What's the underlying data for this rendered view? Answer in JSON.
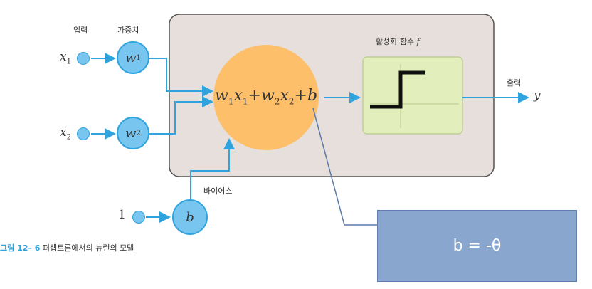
{
  "labels": {
    "input": "입력",
    "weight": "가중치",
    "activation": "활성화 함수",
    "activation_symbol": "f",
    "output": "출력",
    "bias": "바이어스"
  },
  "inputs": [
    {
      "var": "x",
      "sub": "1",
      "weight_var": "w",
      "weight_sub": "1"
    },
    {
      "var": "x",
      "sub": "2",
      "weight_var": "w",
      "weight_sub": "2"
    }
  ],
  "bias_node": {
    "source": "1",
    "var": "b"
  },
  "sum_expression": {
    "w1": "w",
    "s1": "1",
    "x1": "x",
    "t1": "1",
    "plus1": "+",
    "w2": "w",
    "s2": "2",
    "x2": "x",
    "t2": "2",
    "plus2": "+",
    "b": "b"
  },
  "output_var": "y",
  "caption": {
    "figure": "그림 12– 6",
    "text": "퍼셉트론에서의 뉴런의 모델"
  },
  "callout": {
    "text": "b = -θ"
  },
  "colors": {
    "node_fill": "#78c6f0",
    "arrow": "#2fa3dd",
    "neuron_fill": "#fdbf6a",
    "panel_fill": "#e7dfdb",
    "activation_fill": "#e2eebb",
    "callout_fill": "#89a6cf"
  }
}
